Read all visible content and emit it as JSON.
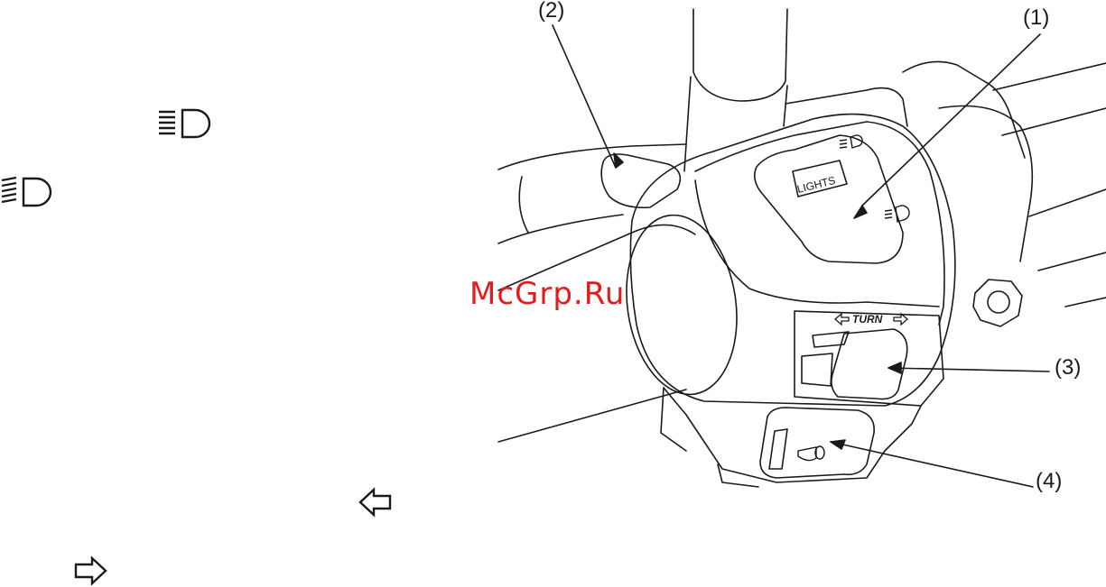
{
  "callouts": {
    "c1": "(1)",
    "c2": "(2)",
    "c3": "(3)",
    "c4": "(4)"
  },
  "switch_labels": {
    "lights": "LIGHTS",
    "turn": "TURN"
  },
  "watermark": "McGrp.Ru",
  "icons": {
    "low_beam": "headlight-low-beam-icon",
    "high_beam": "headlight-high-beam-icon",
    "left_turn": "left-arrow-icon",
    "right_turn": "right-arrow-icon",
    "horn": "horn-icon"
  },
  "colors": {
    "line": "#1a1a1a",
    "watermark": "#e31b1b"
  }
}
